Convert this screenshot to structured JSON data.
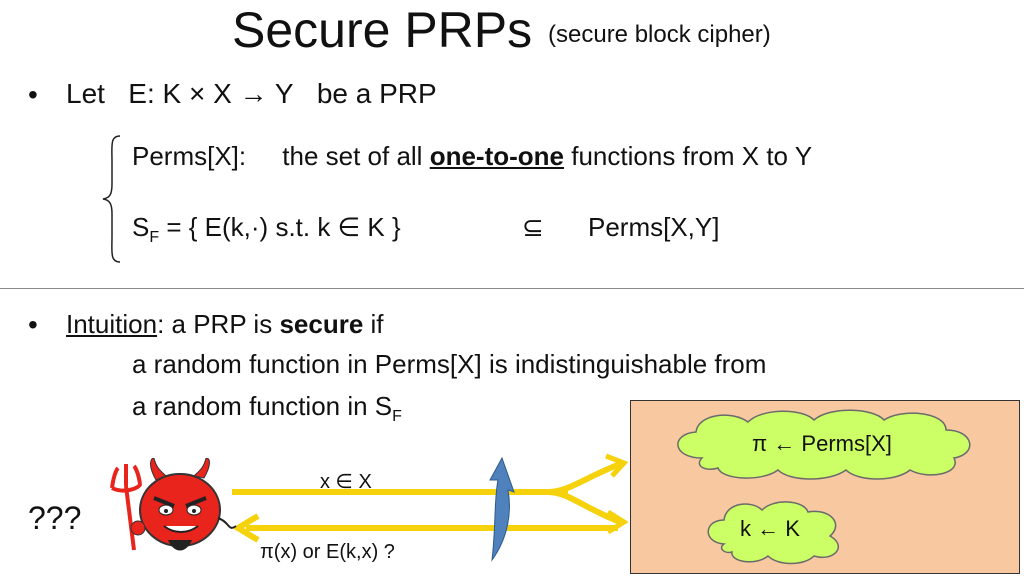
{
  "slide": {
    "title": "Secure PRPs",
    "subtitle": "(secure block cipher)",
    "bullet1": {
      "prefix": "Let",
      "expr": "E:  K × X  →  Y",
      "suffix": "be a PRP"
    },
    "perms_line": {
      "label": "Perms[X]:",
      "text_before": "the set of all",
      "emph": "one-to-one",
      "text_after": "functions from X to Y"
    },
    "sf_line": {
      "lhs_main": "S",
      "lhs_sub": "F",
      "set": "=  {  E(k,·)   s.t.   k ∈ K  }",
      "subset": "⊆",
      "rhs": "Perms[X,Y]"
    },
    "bullet2": {
      "label": "Intuition",
      "colon_text": ":   a PRP is",
      "emph": "secure",
      "tail": "if",
      "line2": "a random function in Perms[X] is indistinguishable from",
      "line3_main": "a random function in S",
      "line3_sub": "F"
    },
    "diagram": {
      "question": "???",
      "arrow_top_label": "x ∈ X",
      "arrow_bottom_label": "π(x)  or  E(k,x)  ?",
      "cloud_top": "π ← Perms[X]",
      "cloud_bottom": "k ← K",
      "icons": [
        "devil-icon",
        "curved-arrow-icon"
      ],
      "colors": {
        "arrow": "#f5d20c",
        "panel": "#f8c9a0",
        "cloud": "#ccff66",
        "devil": "#e8241c",
        "curved_arrow": "#4f81bd"
      }
    }
  }
}
